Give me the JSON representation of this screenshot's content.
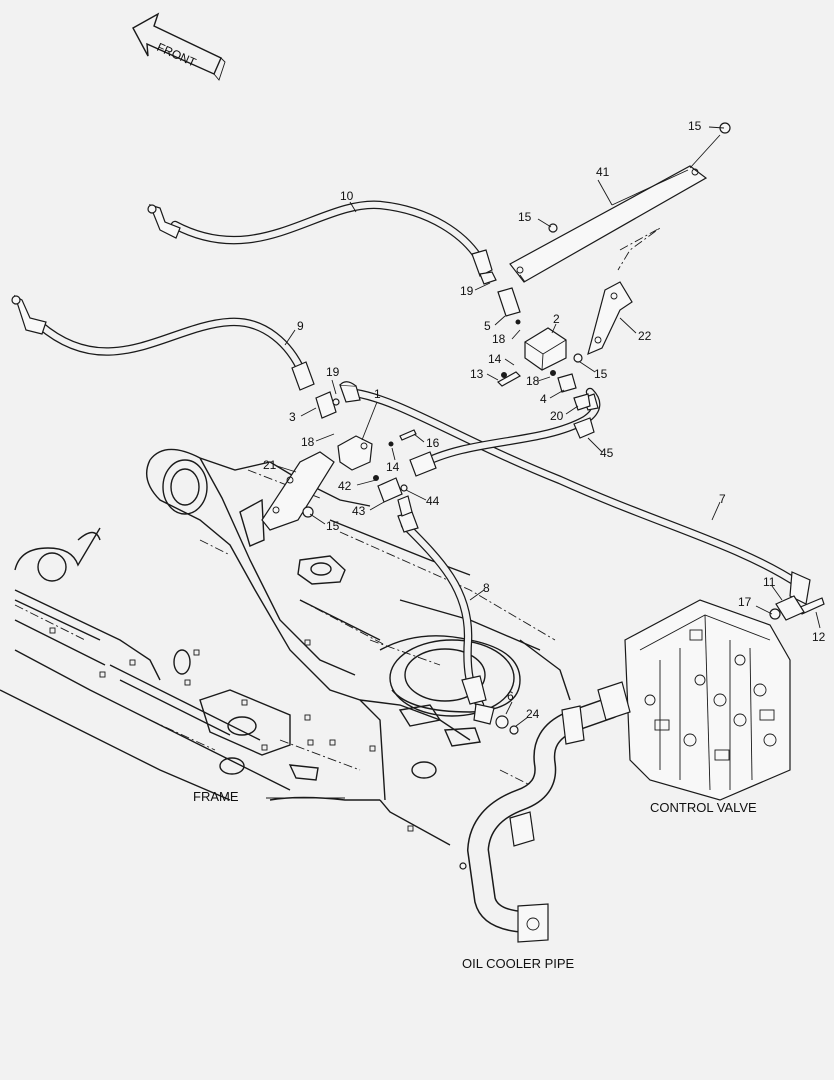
{
  "front_arrow": {
    "label": "FRONT"
  },
  "assembly_labels": {
    "frame": "FRAME",
    "control_valve": "CONTROL VALVE",
    "oil_cooler_pipe": "OIL COOLER PIPE"
  },
  "callouts": [
    {
      "id": "c15a",
      "text": "15"
    },
    {
      "id": "c41",
      "text": "41"
    },
    {
      "id": "c10",
      "text": "10"
    },
    {
      "id": "c15b",
      "text": "15"
    },
    {
      "id": "c19a",
      "text": "19"
    },
    {
      "id": "c9",
      "text": "9"
    },
    {
      "id": "c2",
      "text": "2"
    },
    {
      "id": "c5",
      "text": "5"
    },
    {
      "id": "c22",
      "text": "22"
    },
    {
      "id": "c18a",
      "text": "18"
    },
    {
      "id": "c14a",
      "text": "14"
    },
    {
      "id": "c13",
      "text": "13"
    },
    {
      "id": "c18b",
      "text": "18"
    },
    {
      "id": "c15c",
      "text": "15"
    },
    {
      "id": "c19b",
      "text": "19"
    },
    {
      "id": "c4",
      "text": "4"
    },
    {
      "id": "c3",
      "text": "3"
    },
    {
      "id": "c20",
      "text": "20"
    },
    {
      "id": "c1",
      "text": "1"
    },
    {
      "id": "c18c",
      "text": "18"
    },
    {
      "id": "c16",
      "text": "16"
    },
    {
      "id": "c45",
      "text": "45"
    },
    {
      "id": "c21",
      "text": "21"
    },
    {
      "id": "c14b",
      "text": "14"
    },
    {
      "id": "c42",
      "text": "42"
    },
    {
      "id": "c44",
      "text": "44"
    },
    {
      "id": "c43",
      "text": "43"
    },
    {
      "id": "c15d",
      "text": "15"
    },
    {
      "id": "c7",
      "text": "7"
    },
    {
      "id": "c8",
      "text": "8"
    },
    {
      "id": "c11",
      "text": "11"
    },
    {
      "id": "c17",
      "text": "17"
    },
    {
      "id": "c12",
      "text": "12"
    },
    {
      "id": "c6",
      "text": "6"
    },
    {
      "id": "c24",
      "text": "24"
    }
  ]
}
